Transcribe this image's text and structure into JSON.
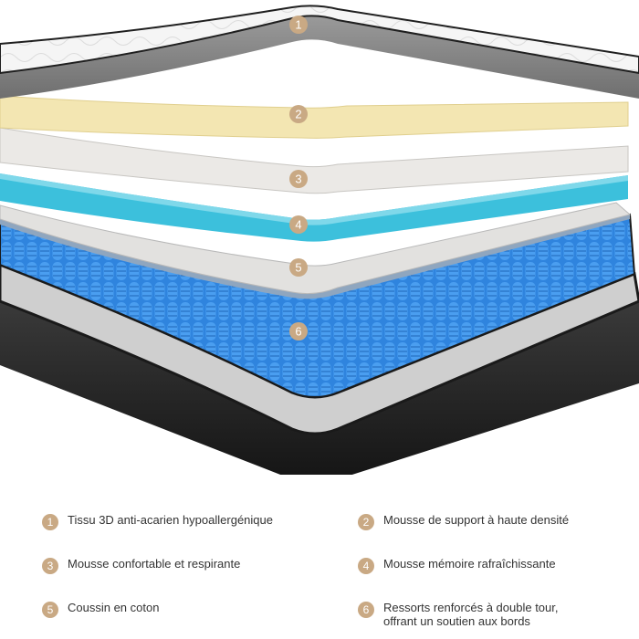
{
  "colors": {
    "badge": "#c9a984",
    "cover": "#f4f4f4",
    "cover_border": "#8a8a8a",
    "support_foam": "#f3e6b2",
    "comfort_foam": "#ebe9e6",
    "memory_foam": "#3cc0dc",
    "cotton": "#e2e1df",
    "springs": "#2f84de",
    "base_light": "#cfcfcf",
    "base_dark": "#2b2b2b"
  },
  "layers": [
    {
      "number": "1",
      "label": "Tissu 3D anti-acarien hypoallergénique"
    },
    {
      "number": "2",
      "label": "Mousse de support à haute densité"
    },
    {
      "number": "3",
      "label": "Mousse confortable et respirante"
    },
    {
      "number": "4",
      "label": "Mousse mémoire rafraîchissante"
    },
    {
      "number": "5",
      "label": "Coussin en coton"
    },
    {
      "number": "6",
      "label": "Ressorts renforcés à double tour,\n offrant un soutien aux bords"
    }
  ]
}
